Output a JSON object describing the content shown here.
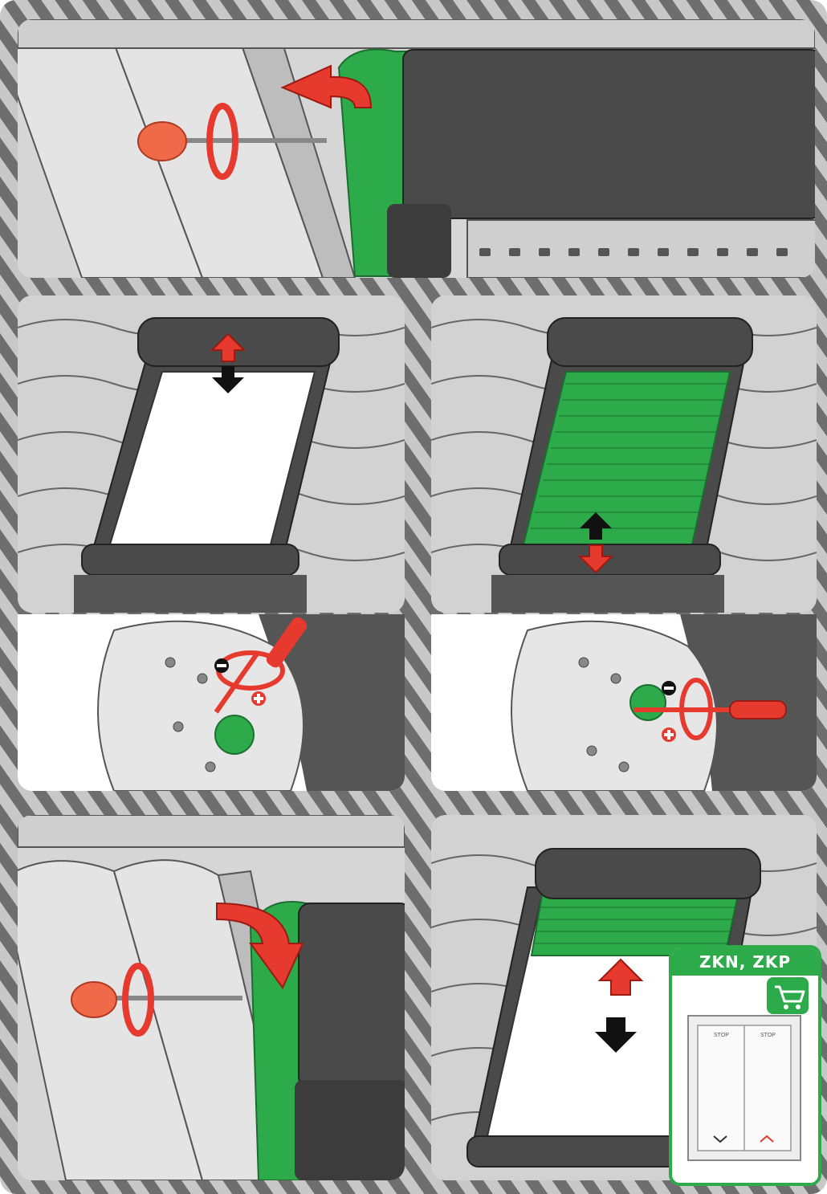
{
  "colors": {
    "frame_stripe_dark": "#6e6e6e",
    "frame_stripe_light": "#c8c8c8",
    "roof_tile": "#d2d2d2",
    "blind_casing": "#4a4a4a",
    "seal_green": "#2daa4a",
    "arrow_red": "#e63a2e",
    "arrow_black": "#111111",
    "screwdriver_orange": "#f06a4a"
  },
  "panels": [
    {
      "id": "step-remove-cover",
      "icons": [
        "screwdriver-icon",
        "rotate-arrow-icon",
        "curved-arrow-up-icon"
      ]
    },
    {
      "id": "step-adjust-open-limit",
      "icons": [
        "plus-minus-arrow-icon"
      ]
    },
    {
      "id": "step-adjust-close-limit",
      "icons": [
        "plus-minus-arrow-icon"
      ]
    },
    {
      "id": "step-motor-screw-open",
      "icons": [
        "screwdriver-icon",
        "rotate-arrow-icon",
        "plus-icon",
        "minus-icon"
      ]
    },
    {
      "id": "step-motor-screw-close",
      "icons": [
        "screwdriver-icon",
        "rotate-arrow-icon",
        "plus-icon",
        "minus-icon"
      ]
    },
    {
      "id": "step-refit-cover",
      "icons": [
        "screwdriver-icon",
        "rotate-arrow-icon",
        "curved-arrow-down-icon"
      ]
    },
    {
      "id": "step-test-blind",
      "icons": [
        "up-down-arrow-icon"
      ]
    }
  ],
  "accessory": {
    "title": "ZKN, ZKP",
    "icon": "shopping-cart-icon",
    "switch_buttons": [
      "STOP",
      "STOP"
    ],
    "arrow_icons": [
      "chevron-down-icon",
      "chevron-up-icon"
    ]
  }
}
